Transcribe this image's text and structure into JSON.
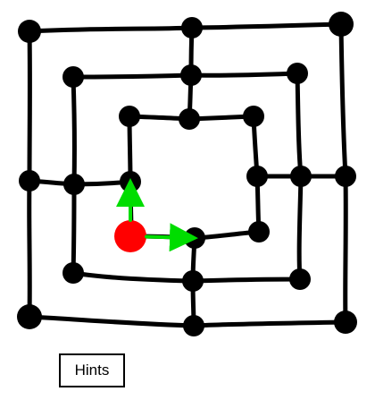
{
  "board": {
    "line_color": "#000000",
    "node_color": "#000000",
    "nodes": [
      {
        "id": "a1"
      },
      {
        "id": "d1"
      },
      {
        "id": "g1"
      },
      {
        "id": "b2"
      },
      {
        "id": "d2"
      },
      {
        "id": "f2"
      },
      {
        "id": "c3"
      },
      {
        "id": "d3"
      },
      {
        "id": "e3"
      },
      {
        "id": "a4"
      },
      {
        "id": "b4"
      },
      {
        "id": "c4"
      },
      {
        "id": "e4"
      },
      {
        "id": "f4"
      },
      {
        "id": "g4"
      },
      {
        "id": "c5"
      },
      {
        "id": "d5"
      },
      {
        "id": "e5"
      },
      {
        "id": "b6"
      },
      {
        "id": "d6"
      },
      {
        "id": "f6"
      },
      {
        "id": "a7"
      },
      {
        "id": "d7"
      },
      {
        "id": "g7"
      }
    ],
    "pieces": [
      {
        "position": "c5",
        "color": "#ff0000"
      }
    ],
    "move_hints": [
      {
        "from": "c5",
        "to": "c4",
        "color": "#00dd00"
      },
      {
        "from": "c5",
        "to": "d5",
        "color": "#00dd00"
      }
    ]
  },
  "controls": {
    "hints_label": "Hints"
  }
}
